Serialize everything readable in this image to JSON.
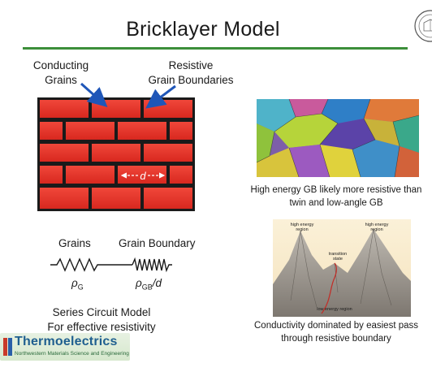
{
  "slide": {
    "title": "Bricklayer Model",
    "labels": {
      "conducting_line1": "Conducting",
      "conducting_line2": "Grains",
      "resistive_line1": "Resistive",
      "resistive_line2": "Grain Boundaries",
      "d_symbol": "d"
    },
    "circuit": {
      "grains": "Grains",
      "grain_boundary": "Grain Boundary",
      "rho_g": "ρ",
      "rho_g_sub": "G",
      "rho_gb": "ρ",
      "rho_gb_sub": "GB",
      "rho_gb_tail": "/d",
      "caption_line1": "Series Circuit Model",
      "caption_line2": "For effective resistivity"
    },
    "ebsd_caption": {
      "line1": "High energy GB likely more resistive than",
      "line2": "twin and low-angle GB"
    },
    "landscape": {
      "left_peak": "high energy region",
      "right_peak": "high energy region",
      "transition": "transition state",
      "low": "low energy region",
      "caption_line1": "Conductivity dominated by easiest pass",
      "caption_line2": "through resistive boundary"
    },
    "logo": {
      "title": "Thermoelectrics",
      "subtitle": "Northwestern Materials Science and Engineering"
    }
  },
  "colors": {
    "brick": "#e8352b",
    "brick_dark": "#c92a20",
    "mortar": "#1a1a1a",
    "title_rule": "#3c8f3a",
    "arrow": "#1f56b8"
  },
  "icons": [
    "university-seal-icon",
    "arrow-icon"
  ]
}
